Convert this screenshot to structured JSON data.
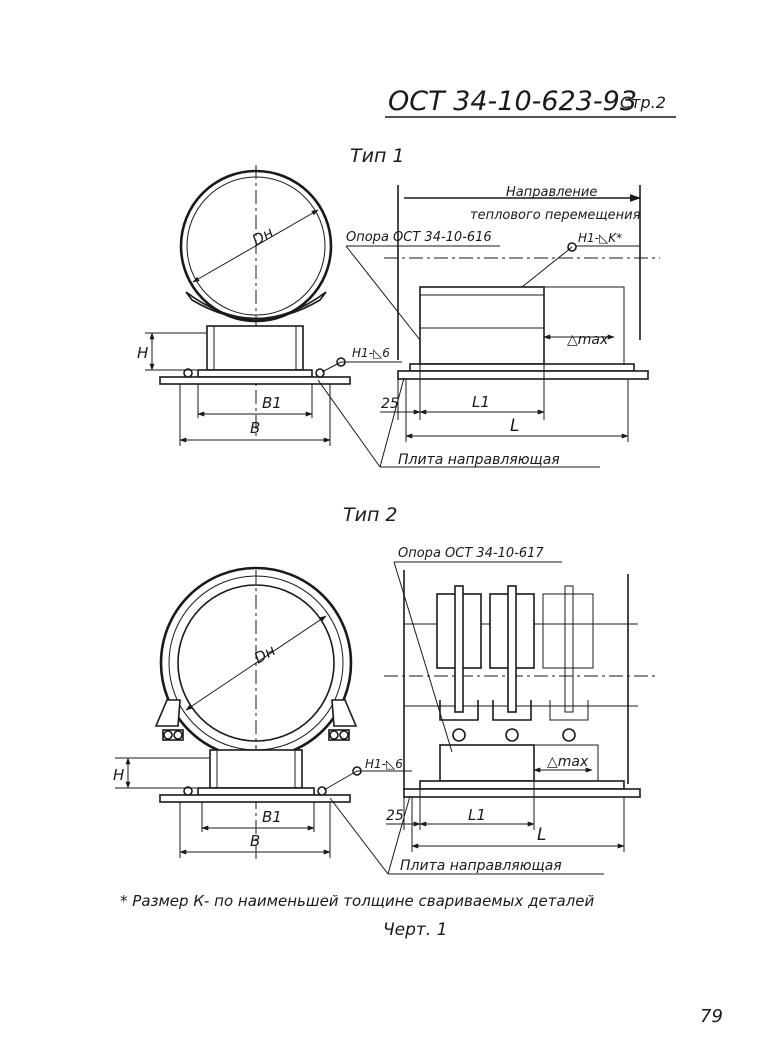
{
  "header": {
    "standard": "ОСТ 34-10-623-93",
    "page_ref": "Стр.2"
  },
  "type1": {
    "title": "Тип 1",
    "dn": "Dн",
    "h": "H",
    "b1": "B1",
    "b": "B",
    "weld_small": "H1-◺6",
    "weld_star": "H1-◺K*",
    "direction_line1": "Направление",
    "direction_line2": "теплового перемещения",
    "support": "Опора ОСТ 34-10-616",
    "dmax": "△max",
    "dim25": "25",
    "l1": "L1",
    "l": "L",
    "plate": "Плита направляющая"
  },
  "type2": {
    "title": "Тип 2",
    "dn": "Dн",
    "h": "H",
    "b1": "B1",
    "b": "B",
    "weld_small": "H1-◺6",
    "support": "Опора ОСТ 34-10-617",
    "dmax": "△max",
    "dim25": "25",
    "l1": "L1",
    "l": "L",
    "plate": "Плита направляющая"
  },
  "footnote": "* Размер К- по наименьшей толщине свариваемых деталей",
  "caption": "Черт. 1",
  "page_number": "79"
}
